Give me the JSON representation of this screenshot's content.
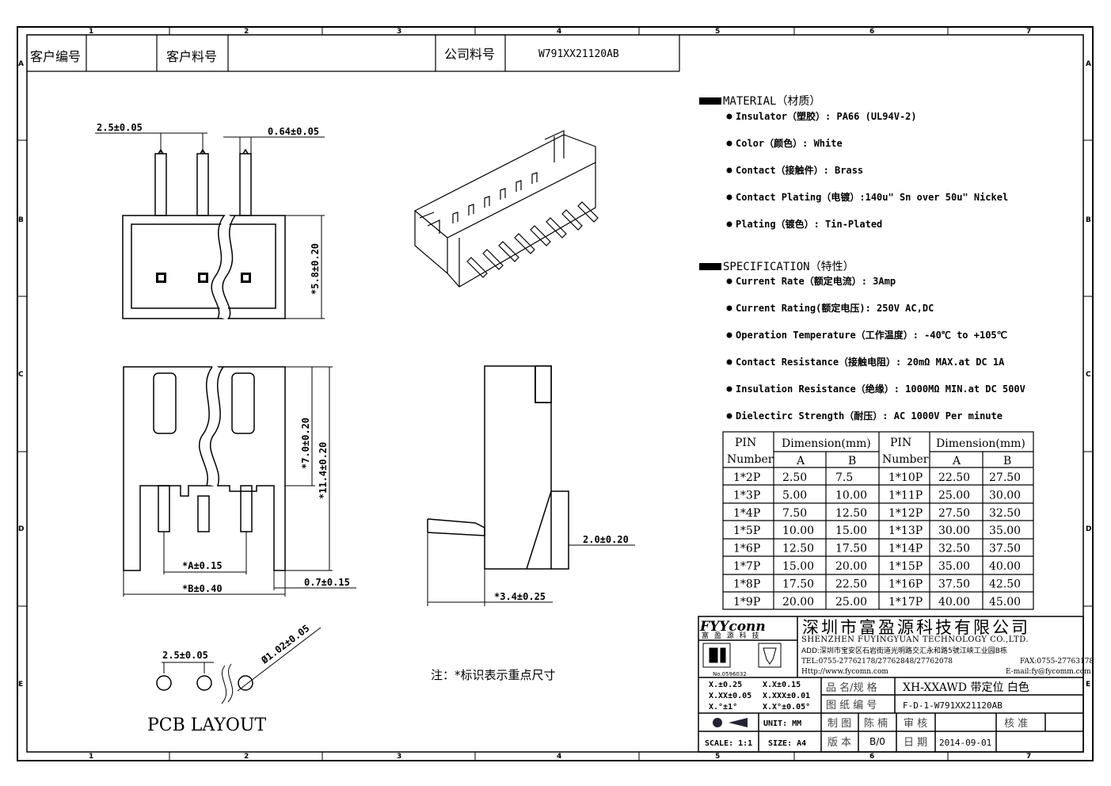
{
  "header": {
    "customer_code_label": "客户编号",
    "customer_part_label": "客户料号",
    "company_part_label": "公司料号",
    "company_part_value": "W791XX21120AB"
  },
  "grid": {
    "columns": [
      "1",
      "2",
      "3",
      "4",
      "5",
      "6",
      "7"
    ],
    "rows": [
      "A",
      "B",
      "C",
      "D",
      "E"
    ]
  },
  "dimensions": {
    "pitch": "2.5±0.05",
    "pin_width": "0.64±0.05",
    "height_side": "*5.8±0.20",
    "height_7": "*7.0±0.20",
    "height_11": "*11.4±0.20",
    "dim_a": "*A±0.15",
    "dim_b": "*B±0.40",
    "offset_07": "0.7±0.15",
    "side_20": "2.0±0.20",
    "side_34": "*3.4±0.25",
    "pcb_pitch": "2.5±0.05",
    "pcb_hole": "Ø1.02±0.05"
  },
  "pcb_layout_label": "PCB LAYOUT",
  "note": "注：*标识表示重点尺寸",
  "material": {
    "title": "MATERIAL（材质）",
    "items": [
      "Insulator（塑胶）: PA66 (UL94V-2)",
      "Color（颜色）: White",
      "Contact（接触件）: Brass",
      "Contact Plating（电镀）:140u\" Sn  over 50u\" Nickel",
      "Plating（镀色）: Tin-Plated"
    ]
  },
  "specification": {
    "title": "SPECIFICATION（特性）",
    "items": [
      "Current Rate（额定电流）:  3Amp",
      "Current Rating(额定电压): 250V AC,DC",
      "Operation Temperature（工作温度）: -40℃ to +105℃",
      "Contact Resistance（接触电阻）: 20mΩ  MAX.at DC 1A",
      "Insulation Resistance（绝缘）: 1000MΩ  MIN.at DC 500V",
      "Dielectirc Strength（耐压）: AC 1000V Per minute"
    ]
  },
  "table": {
    "pin_header": "PIN",
    "number_header": "Number",
    "dim_header": "Dimension(mm)",
    "a_header": "A",
    "b_header": "B",
    "left": [
      [
        "1*2P",
        "2.50",
        "7.5"
      ],
      [
        "1*3P",
        "5.00",
        "10.00"
      ],
      [
        "1*4P",
        "7.50",
        "12.50"
      ],
      [
        "1*5P",
        "10.00",
        "15.00"
      ],
      [
        "1*6P",
        "12.50",
        "17.50"
      ],
      [
        "1*7P",
        "15.00",
        "20.00"
      ],
      [
        "1*8P",
        "17.50",
        "22.50"
      ],
      [
        "1*9P",
        "20.00",
        "25.00"
      ]
    ],
    "right": [
      [
        "1*10P",
        "22.50",
        "27.50"
      ],
      [
        "1*11P",
        "25.00",
        "30.00"
      ],
      [
        "1*12P",
        "27.50",
        "32.50"
      ],
      [
        "1*13P",
        "30.00",
        "35.00"
      ],
      [
        "1*14P",
        "32.50",
        "37.50"
      ],
      [
        "1*15P",
        "35.00",
        "40.00"
      ],
      [
        "1*16P",
        "37.50",
        "42.50"
      ],
      [
        "1*17P",
        "40.00",
        "45.00"
      ]
    ]
  },
  "title_block": {
    "brand": "FYYconn",
    "brand_cn": "富 盈 源 科 技",
    "company_cn": "深圳市富盈源科技有限公司",
    "company_en": "SHENZHEN FUYINGYUAN TECHNOLOGY CO.,LTD.",
    "address": "ADD:深圳市宝安区石岩街道光明路交汇永和路5號江峡工业园B栋",
    "tel": "TEL:0755-27762178/27762848/27762078",
    "fax": "FAX:0755-27763178",
    "http": "Http://www.fycomn.com",
    "email": "E-mail:fy@fycomm.com",
    "cert_no": "No.0596032",
    "tol1": "X.±0.25",
    "tol2": "X.X±0.15",
    "tol3": "X.XX±0.05",
    "tol4": "X.XXX±0.01",
    "tol5": "X.°±1°",
    "tol6": "X.X°±0.05°",
    "name_label": "品 名/规 格",
    "name_value": "XH-XXAWD 带定位 白色",
    "drawing_label": "图 纸 编 号",
    "drawing_value": "F-D-1-W791XX21120AB",
    "unit": "UNIT: MM",
    "scale": "SCALE: 1:1",
    "size": "SIZE: A4",
    "drawn_label": "制 图",
    "drawn_value": "陈 楠",
    "check_label": "审 核",
    "approve_label": "核 准",
    "version_label": "版 本",
    "version_value": "B/0",
    "date_label": "日 期",
    "date_value": "2014-09-01"
  }
}
